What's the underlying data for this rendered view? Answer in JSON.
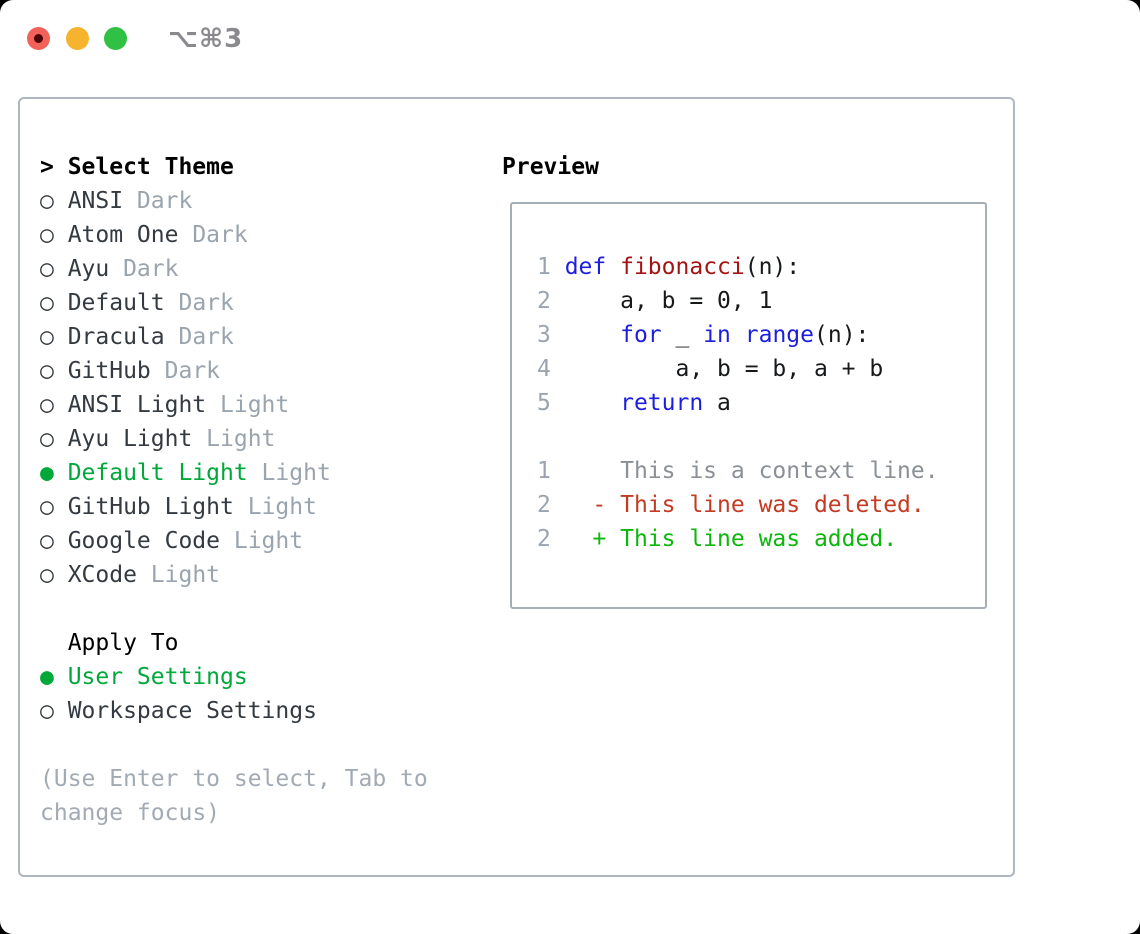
{
  "window": {
    "title": "⌥⌘3",
    "traffic_lights": [
      "close",
      "minimize",
      "zoom"
    ]
  },
  "colors": {
    "selection_green": "#00a83b",
    "keyword_blue": "#1b1fdd",
    "function_red": "#a31515",
    "deleted_red": "#c23b22",
    "added_green": "#0cb60c",
    "muted_gray": "#9aa4ae",
    "hint_gray": "#a2aab4",
    "border_gray": "#aeb6bf",
    "traffic_red": "#f2615a",
    "traffic_yellow": "#f6b42e",
    "traffic_green": "#30c144"
  },
  "icons": {
    "prompt": ">",
    "radio_unselected": "○",
    "radio_selected": "●"
  },
  "left": {
    "heading": "Select Theme",
    "themes": [
      {
        "name": "ANSI",
        "variant": "Dark",
        "selected": false
      },
      {
        "name": "Atom One",
        "variant": "Dark",
        "selected": false
      },
      {
        "name": "Ayu",
        "variant": "Dark",
        "selected": false
      },
      {
        "name": "Default",
        "variant": "Dark",
        "selected": false
      },
      {
        "name": "Dracula",
        "variant": "Dark",
        "selected": false
      },
      {
        "name": "GitHub",
        "variant": "Dark",
        "selected": false
      },
      {
        "name": "ANSI Light",
        "variant": "Light",
        "selected": false
      },
      {
        "name": "Ayu Light",
        "variant": "Light",
        "selected": false
      },
      {
        "name": "Default Light",
        "variant": "Light",
        "selected": true
      },
      {
        "name": "GitHub Light",
        "variant": "Light",
        "selected": false
      },
      {
        "name": "Google Code",
        "variant": "Light",
        "selected": false
      },
      {
        "name": "XCode",
        "variant": "Light",
        "selected": false
      }
    ],
    "apply_heading": "Apply To",
    "apply_options": [
      {
        "label": "User Settings",
        "selected": true
      },
      {
        "label": "Workspace Settings",
        "selected": false
      }
    ],
    "hint_lines": [
      "(Use Enter to select, Tab to",
      "change focus)"
    ]
  },
  "preview": {
    "heading": "Preview",
    "code_lines": [
      {
        "num": "1",
        "segments": [
          {
            "t": "def",
            "c": "kw"
          },
          {
            "t": " ",
            "c": "plain"
          },
          {
            "t": "fibonacci",
            "c": "fn"
          },
          {
            "t": "(n):",
            "c": "plain"
          }
        ]
      },
      {
        "num": "2",
        "segments": [
          {
            "t": "    a, b = 0, 1",
            "c": "plain"
          }
        ]
      },
      {
        "num": "3",
        "segments": [
          {
            "t": "    ",
            "c": "plain"
          },
          {
            "t": "for",
            "c": "kw"
          },
          {
            "t": " _ ",
            "c": "plain"
          },
          {
            "t": "in",
            "c": "kw"
          },
          {
            "t": " ",
            "c": "plain"
          },
          {
            "t": "range",
            "c": "kw"
          },
          {
            "t": "(n):",
            "c": "plain"
          }
        ]
      },
      {
        "num": "4",
        "segments": [
          {
            "t": "        a, b = b, a + b",
            "c": "plain"
          }
        ]
      },
      {
        "num": "5",
        "segments": [
          {
            "t": "    ",
            "c": "plain"
          },
          {
            "t": "return",
            "c": "kw"
          },
          {
            "t": " a",
            "c": "plain"
          }
        ]
      },
      {
        "num": "",
        "segments": []
      },
      {
        "num": "1",
        "segments": [
          {
            "t": "    This is a context line.",
            "c": "ctx"
          }
        ]
      },
      {
        "num": "2",
        "segments": [
          {
            "t": "  ",
            "c": "plain"
          },
          {
            "t": "- This line was deleted.",
            "c": "del"
          }
        ]
      },
      {
        "num": "2",
        "segments": [
          {
            "t": "  ",
            "c": "plain"
          },
          {
            "t": "+ This line was added.",
            "c": "add"
          }
        ]
      }
    ]
  }
}
